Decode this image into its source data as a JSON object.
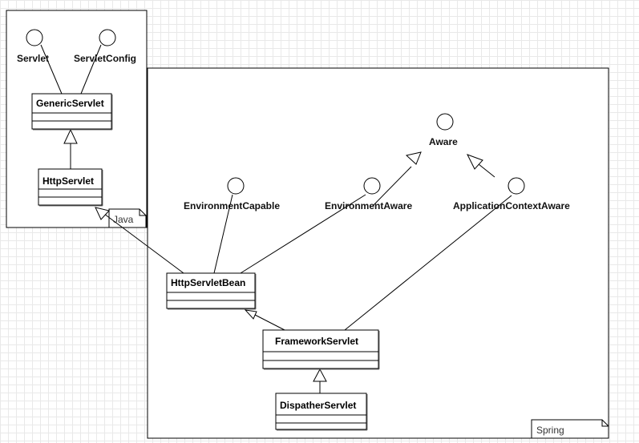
{
  "packages": {
    "java": "Java",
    "spring": "Spring"
  },
  "interfaces": {
    "servlet": "Servlet",
    "servlet_config": "ServletConfig",
    "aware": "Aware",
    "environment_capable": "EnvironmentCapable",
    "environment_aware": "EnvironmentAware",
    "application_context_aware": "ApplicationContextAware"
  },
  "classes": {
    "generic_servlet": "GenericServlet",
    "http_servlet": "HttpServlet",
    "http_servlet_bean": "HttpServletBean",
    "framework_servlet": "FrameworkServlet",
    "dispatcher_servlet": "DispatherServlet"
  }
}
